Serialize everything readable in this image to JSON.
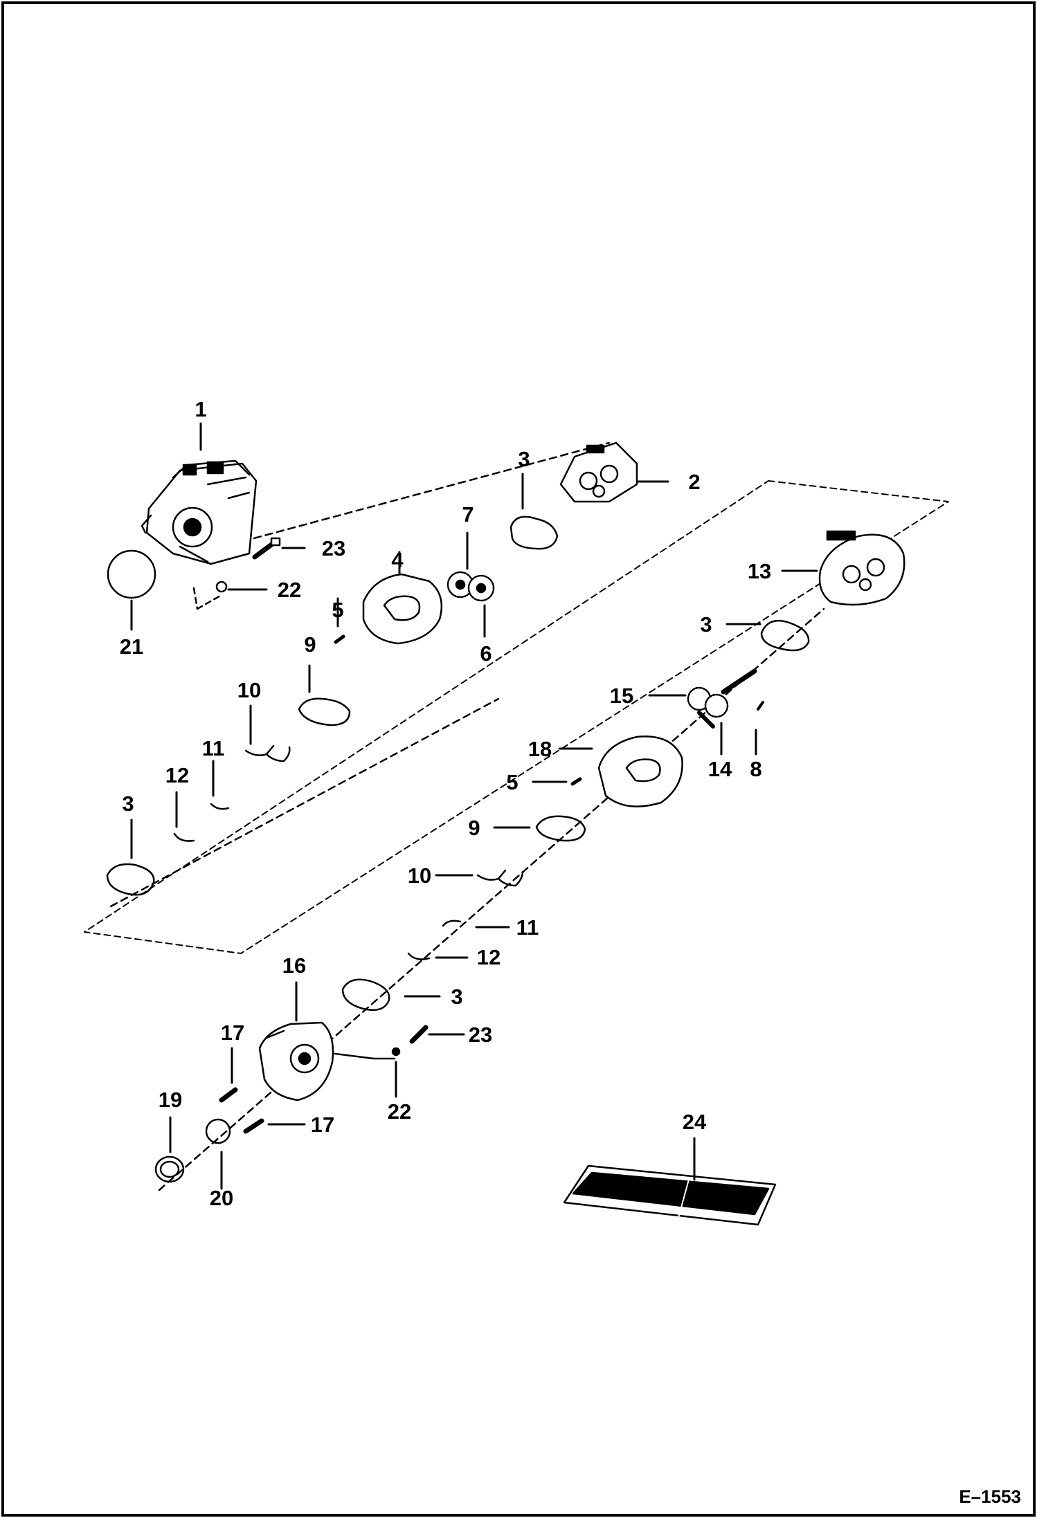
{
  "figure": {
    "id": "E–1553",
    "callouts": {
      "c1": "1",
      "c2": "2",
      "c3a": "3",
      "c3b": "3",
      "c3c": "3",
      "c3d": "3",
      "c4": "4",
      "c5a": "5",
      "c5b": "5",
      "c6": "6",
      "c7": "7",
      "c8": "8",
      "c9a": "9",
      "c9b": "9",
      "c10a": "10",
      "c10b": "10",
      "c11a": "11",
      "c11b": "11",
      "c12a": "12",
      "c12b": "12",
      "c13": "13",
      "c14": "14",
      "c15": "15",
      "c16": "16",
      "c17a": "17",
      "c17b": "17",
      "c18": "18",
      "c19": "19",
      "c20": "20",
      "c21": "21",
      "c22a": "22",
      "c22b": "22",
      "c23a": "23",
      "c23b": "23",
      "c24": "24"
    }
  },
  "colors": {
    "ink": "#000000",
    "paper": "#ffffff"
  }
}
